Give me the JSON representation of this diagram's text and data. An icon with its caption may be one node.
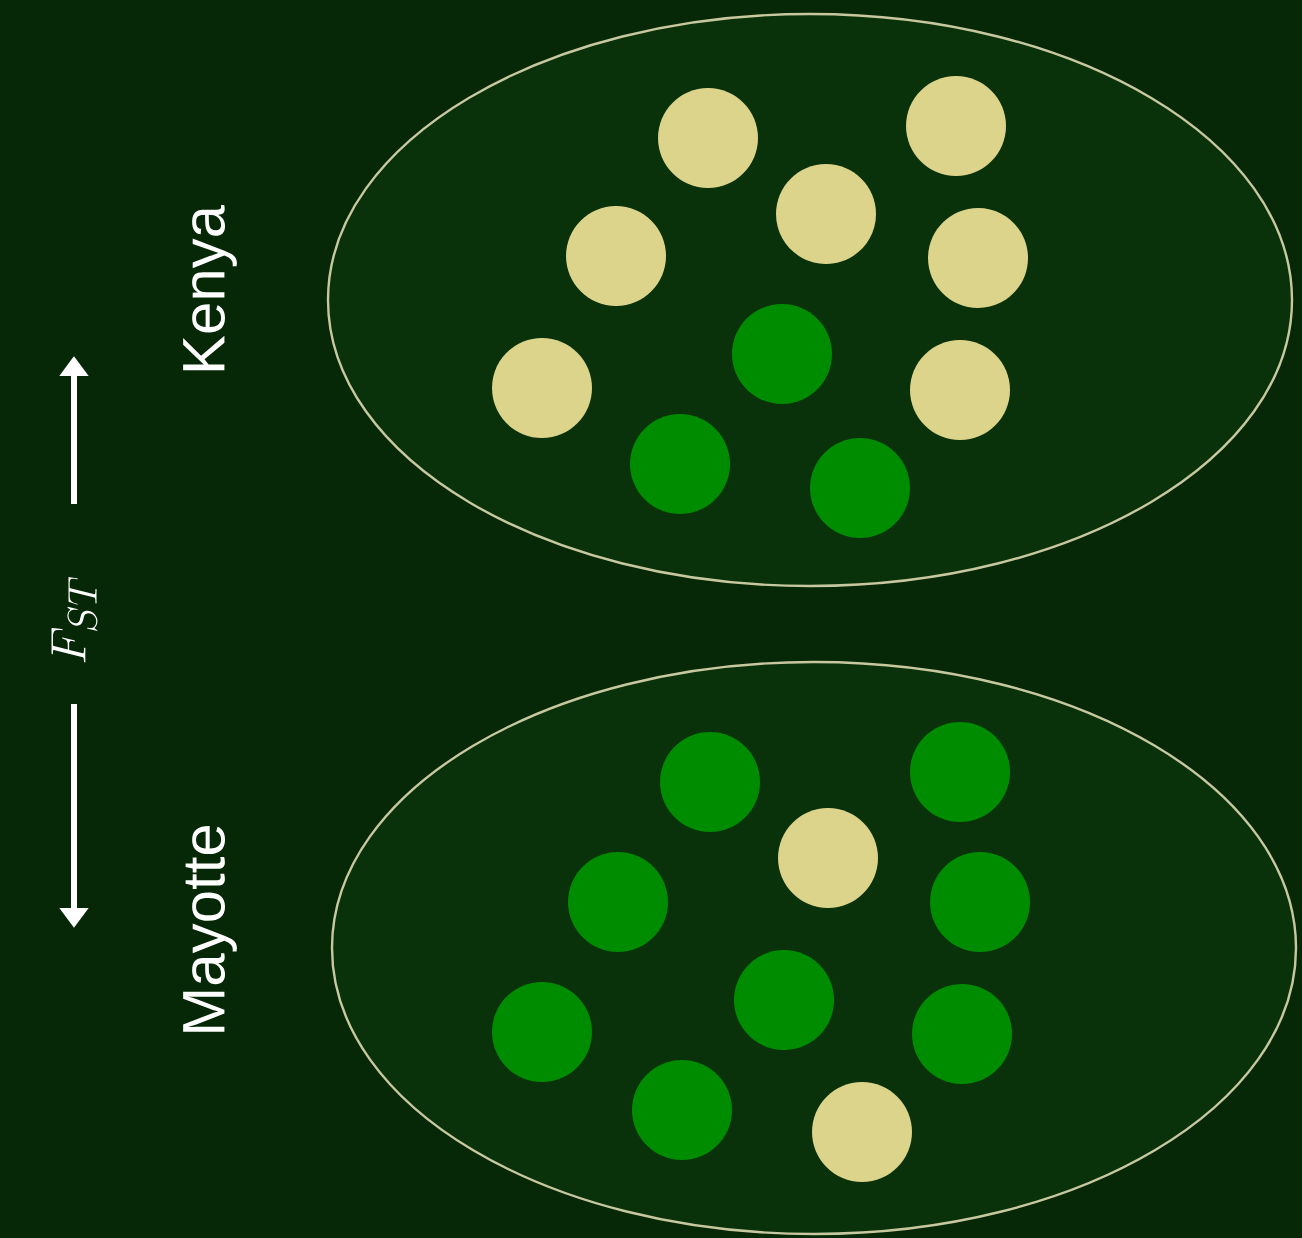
{
  "diagram": {
    "nodes": [
      {
        "text": [
          "Kenya"
        ]
      },
      {
        "text": [],
        "shape": "circle",
        "in": 0
      },
      {
        "text": [],
        "shape": "circle",
        "in": 0
      },
      {
        "text": [],
        "shape": "circle",
        "in": 0
      },
      {
        "text": [],
        "shape": "circle",
        "in": 0
      },
      {
        "text": [],
        "shape": "circle",
        "in": 0
      },
      {
        "text": [],
        "shape": "circle",
        "in": 0
      },
      {
        "text": [],
        "shape": "circle",
        "in": 0
      },
      {
        "text": [],
        "shape": "circle",
        "in": 0
      },
      {
        "text": [],
        "shape": "circle",
        "in": 0
      },
      {
        "text": [],
        "shape": "circle",
        "in": 0
      },
      {
        "text": [
          "Mayotte"
        ]
      },
      {
        "text": [],
        "shape": "circle",
        "in": 11
      },
      {
        "text": [],
        "shape": "circle",
        "in": 11
      },
      {
        "text": [],
        "shape": "circle",
        "in": 11
      },
      {
        "text": [],
        "shape": "circle",
        "in": 11
      },
      {
        "text": [],
        "shape": "circle",
        "in": 11
      },
      {
        "text": [],
        "shape": "circle",
        "in": 11
      },
      {
        "text": [],
        "shape": "circle",
        "in": 11
      },
      {
        "text": [],
        "shape": "circle",
        "in": 11
      },
      {
        "text": [],
        "shape": "circle",
        "in": 11
      },
      {
        "text": [],
        "shape": "circle",
        "in": 11
      }
    ],
    "labels": [
      "F_{ST}"
    ]
  }
}
